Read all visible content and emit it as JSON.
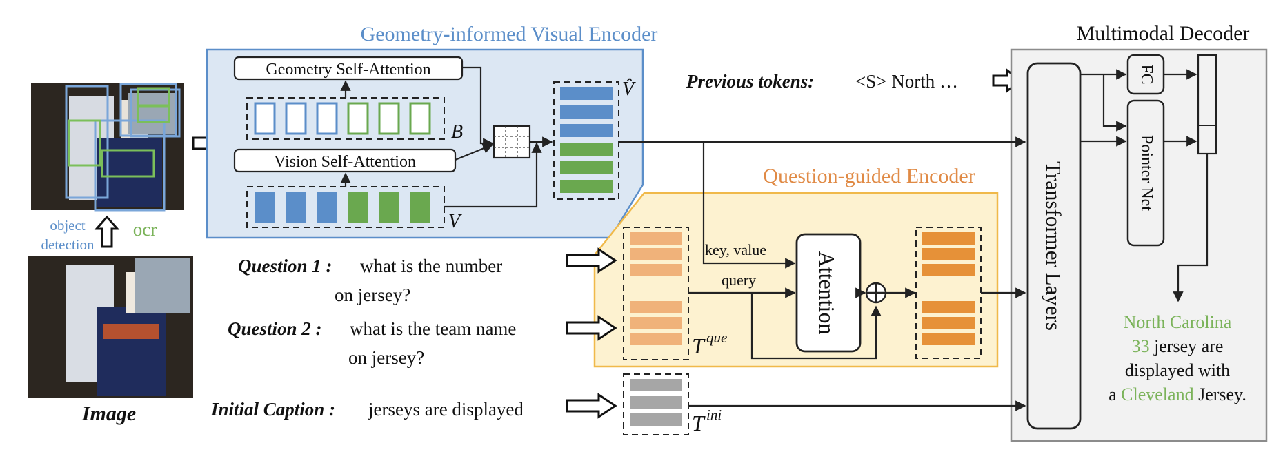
{
  "visual_encoder": {
    "title": "Geometry-informed Visual Encoder",
    "geometry_attention_label": "Geometry Self-Attention",
    "vision_attention_label": "Vision Self-Attention",
    "b_label": "B",
    "v_label": "V",
    "vhat_label": "V̂"
  },
  "image_panel": {
    "image_label": "Image",
    "object_detection_label_line1": "object",
    "object_detection_label_line2": "detection",
    "ocr_label": "ocr"
  },
  "previous_tokens": {
    "label": "Previous tokens:",
    "text": "<S> North …"
  },
  "question_encoder": {
    "title": "Question-guided Encoder",
    "key_value_label": "key, value",
    "query_label": "query",
    "attention_label": "Attention",
    "plus_symbol": "⊕",
    "tque_label": "T",
    "tque_sup": "que"
  },
  "questions": [
    {
      "label": "Question 1 :",
      "line1": "what is the number",
      "line2": "on  jersey?"
    },
    {
      "label": "Question 2 :",
      "line1": "what is the team name",
      "line2": "on jersey?"
    }
  ],
  "initial_caption": {
    "label": "Initial Caption :",
    "text": "jerseys are displayed",
    "tini_label": "T",
    "tini_sup": "ini"
  },
  "decoder": {
    "title": "Multimodal Decoder",
    "transformer_label": "Transformer Layers",
    "fc_label": "FC",
    "pointer_label": "Pointer Net"
  },
  "output_caption": {
    "line1": "North Carolina",
    "line2_green": "33",
    "line2_rest": " jersey are",
    "line3": "displayed with",
    "line4_pre": "a ",
    "line4_green": "Cleveland",
    "line4_post": " Jersey."
  },
  "colors": {
    "visual_blue": "#5b8ec9",
    "feature_green": "#6aa84f",
    "orange_light": "#f0b27a",
    "orange_dark": "#e69138",
    "caption_gray": "#a6a6a6",
    "encoder_bg_blue": "#dce7f3",
    "encoder_bg_yellow": "#fdf2d0",
    "decoder_bg": "#f2f2f2",
    "output_green": "#7bb35a"
  }
}
